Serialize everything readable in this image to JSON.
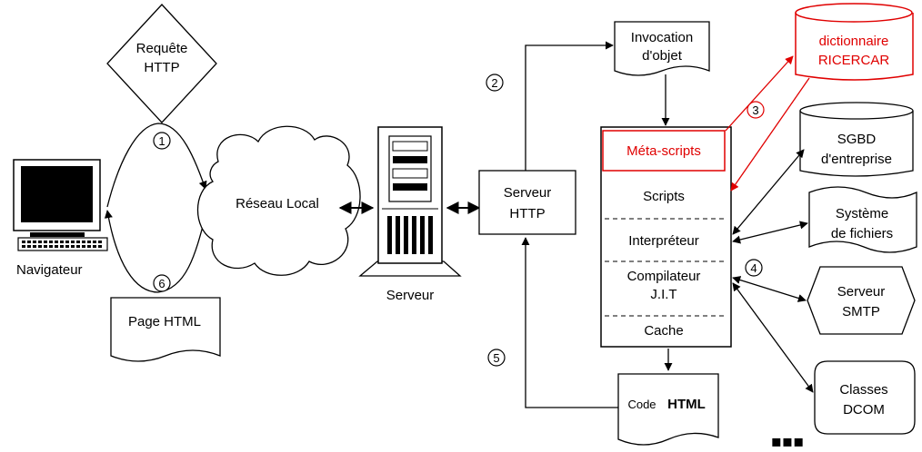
{
  "nodes": {
    "requete": {
      "line1": "Requête",
      "line2": "HTTP"
    },
    "navigateur": "Navigateur",
    "page_html": "Page HTML",
    "reseau": "Réseau Local",
    "serveur": "Serveur",
    "serveur_http": {
      "line1": "Serveur",
      "line2": "HTTP"
    },
    "invocation": {
      "line1": "Invocation",
      "line2": "d'objet"
    },
    "dictionnaire": {
      "line1": "dictionnaire",
      "line2": "RICERCAR"
    },
    "meta_scripts": "Méta-scripts",
    "scripts": "Scripts",
    "interpreteur": "Interpréteur",
    "compilateur": {
      "line1": "Compilateur",
      "line2": "J.I.T"
    },
    "cache": "Cache",
    "code_html": {
      "part1": "Code",
      "part2": "HTML"
    },
    "sgbd": {
      "line1": "SGBD",
      "line2": "d'entreprise"
    },
    "systeme": {
      "line1": "Système",
      "line2": "de fichiers"
    },
    "smtp": {
      "line1": "Serveur",
      "line2": "SMTP"
    },
    "classes": {
      "line1": "Classes",
      "line2": "DCOM"
    }
  },
  "steps": {
    "s1": "1",
    "s2": "2",
    "s3": "3",
    "s4": "4",
    "s5": "5",
    "s6": "6"
  },
  "more_glyph": "▪▪▪",
  "colors": {
    "highlight": "#e00000",
    "line": "#000000"
  }
}
